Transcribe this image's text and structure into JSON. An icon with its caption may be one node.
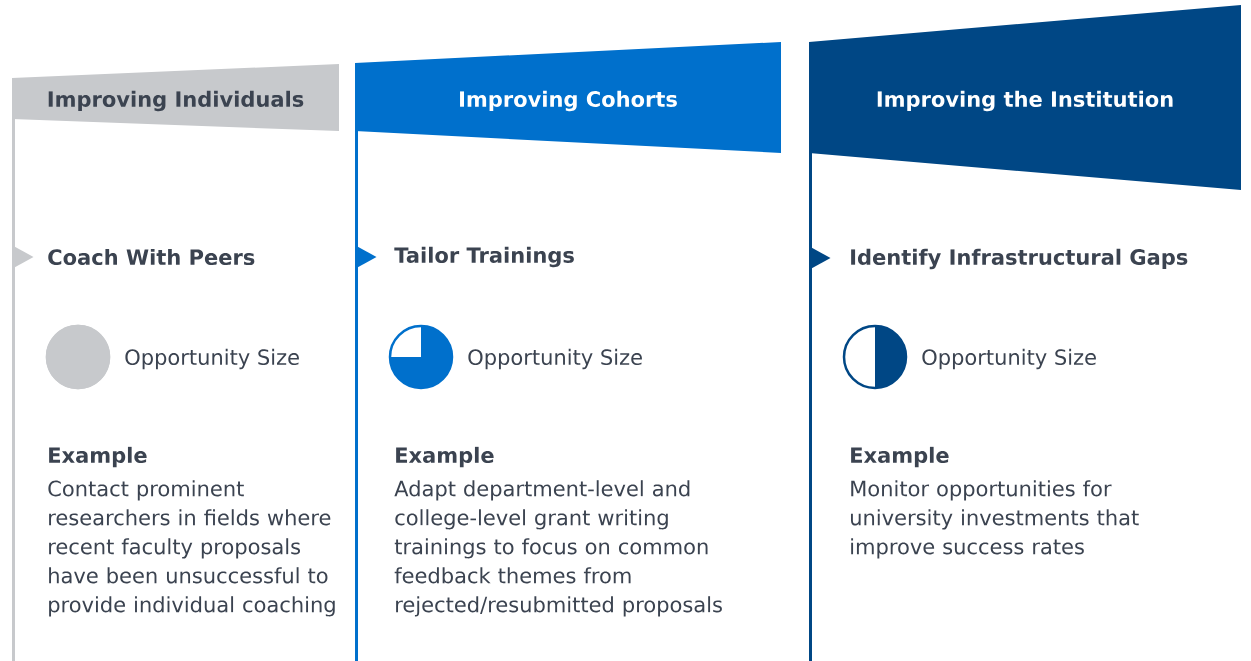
{
  "diagram": {
    "nodes": [
      {
        "text": [
          "Improving Individuals"
        ]
      },
      {
        "text": [
          "Improving Cohorts"
        ]
      },
      {
        "text": [
          "Improving the Institution"
        ]
      },
      {
        "text": [],
        "shape": "circle",
        "beside": [
          "Opportunity Size"
        ]
      },
      {
        "text": [],
        "shape": "circle",
        "beside": [
          "Opportunity Size"
        ]
      },
      {
        "text": [],
        "shape": "circle",
        "beside": [
          "Opportunity Size"
        ]
      }
    ],
    "labels": [
      "Coach With Peers",
      "Example",
      "Contact prominent researchers in fields where recent faculty proposals have been unsuccessful to provide individual coaching",
      "Tailor Trainings",
      "Example",
      "Adapt department-level and college-level grant writing trainings to focus on common feedback themes from rejected/resubmitted proposals",
      "Identify Infrastructural Gaps",
      "Example",
      "Monitor opportunities for university investments that improve success rates"
    ]
  }
}
